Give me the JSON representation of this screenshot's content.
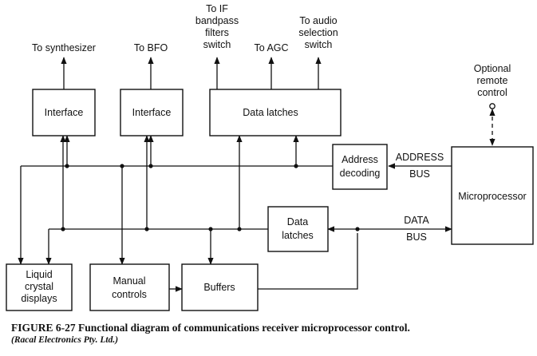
{
  "blocks": {
    "interface_1": "Interface",
    "interface_2": "Interface",
    "data_latches_top": "Data latches",
    "address_decoding": [
      "Address",
      "decoding"
    ],
    "microprocessor": "Microprocessor",
    "data_latches_mid": [
      "Data",
      "latches"
    ],
    "lcd": [
      "Liquid",
      "crystal",
      "displays"
    ],
    "manual_controls": [
      "Manual",
      "controls"
    ],
    "buffers": "Buffers"
  },
  "outputs": {
    "synthesizer": "To synthesizer",
    "bfo": "To BFO",
    "if_switch": [
      "To IF",
      "bandpass",
      "filters",
      "switch"
    ],
    "agc": "To AGC",
    "audio_switch": [
      "To audio",
      "selection",
      "switch"
    ]
  },
  "remote": [
    "Optional",
    "remote",
    "control"
  ],
  "buses": {
    "address": [
      "ADDRESS",
      "BUS"
    ],
    "data": [
      "DATA",
      "BUS"
    ]
  },
  "caption": {
    "title": "FIGURE 6-27  Functional diagram of communications receiver microprocessor control.",
    "credit": "(Racal Electronics Pty. Ltd.)"
  }
}
